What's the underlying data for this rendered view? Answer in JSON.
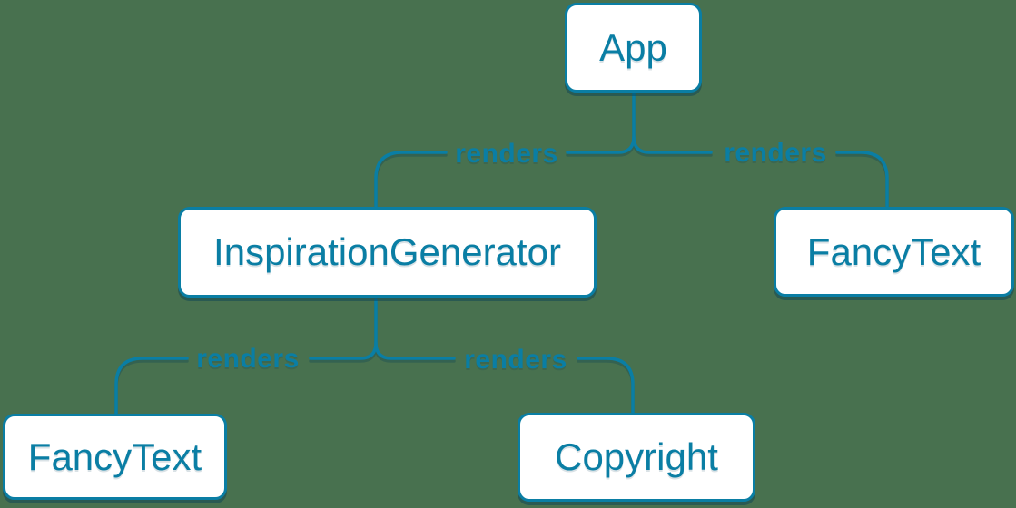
{
  "diagram": {
    "description": "React component render tree",
    "colors": {
      "background": "#48714f",
      "accent": "#0a7ea4",
      "box_fill": "#ffffff"
    },
    "nodes": [
      {
        "id": "app",
        "label": "App"
      },
      {
        "id": "inspiration-generator",
        "label": "InspirationGenerator"
      },
      {
        "id": "fancy-text-right",
        "label": "FancyText"
      },
      {
        "id": "fancy-text-left",
        "label": "FancyText"
      },
      {
        "id": "copyright",
        "label": "Copyright"
      }
    ],
    "edges": [
      {
        "from": "App",
        "to": "InspirationGenerator",
        "label": "renders"
      },
      {
        "from": "App",
        "to": "FancyText",
        "label": "renders"
      },
      {
        "from": "InspirationGenerator",
        "to": "FancyText",
        "label": "renders"
      },
      {
        "from": "InspirationGenerator",
        "to": "Copyright",
        "label": "renders"
      }
    ]
  }
}
